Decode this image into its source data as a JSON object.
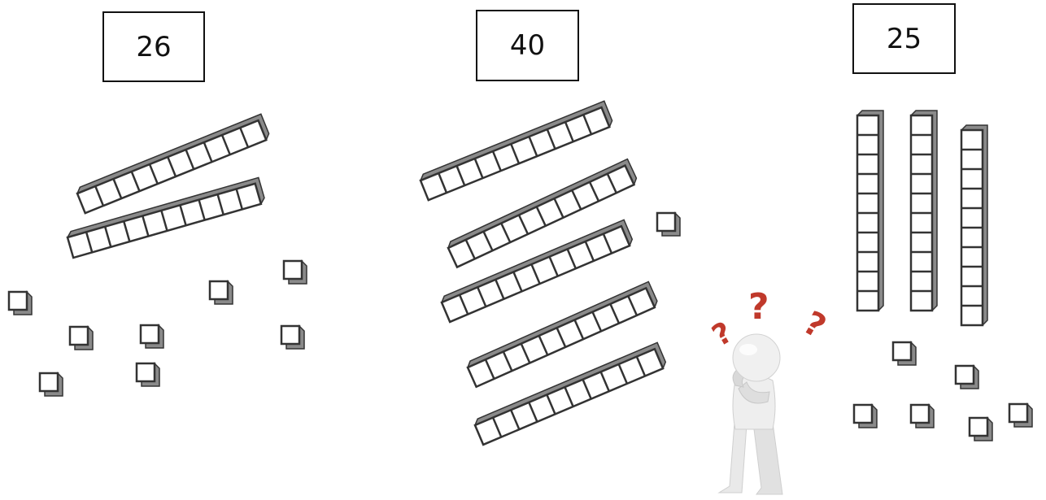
{
  "groups": [
    {
      "label": "26",
      "tens_rods": 2,
      "ones_cubes": 8
    },
    {
      "label": "40",
      "tens_rods": 5,
      "ones_cubes": 1
    },
    {
      "label": "25",
      "tens_rods": 3,
      "ones_cubes": 6
    }
  ],
  "figure": {
    "question_marks": [
      "?",
      "?",
      "?"
    ]
  },
  "colors": {
    "block_edge": "#333333",
    "block_face": "#ffffff",
    "block_shadow": "#8a8a8a",
    "question_mark": "#c0392b",
    "figure_body": "#e6e6e6"
  }
}
